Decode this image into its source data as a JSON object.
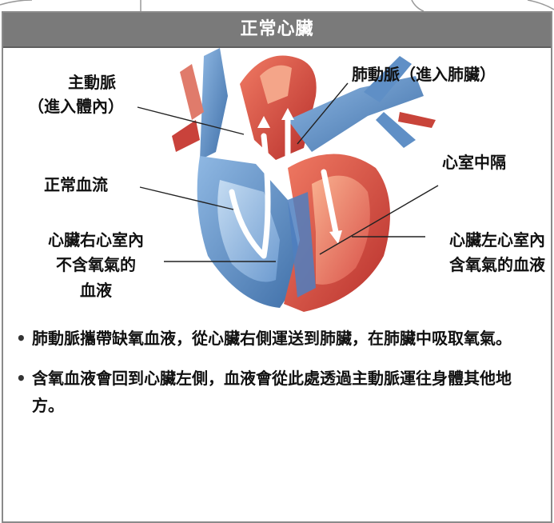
{
  "header": {
    "title": "正常心臟"
  },
  "labels": {
    "aorta_line1": "主動脈",
    "aorta_line2": "（進入體內）",
    "pulmonary_artery": "肺動脈（進入肺臟）",
    "septum": "心室中隔",
    "normal_flow": "正常血流",
    "right_ventricle_line1": "心臟右心室內",
    "right_ventricle_line2": "不含氧氣的",
    "right_ventricle_line3": "血液",
    "left_ventricle_line1": "心臟左心室內",
    "left_ventricle_line2": "含氧氣的血液"
  },
  "bullets": [
    {
      "dot": "•",
      "text": "肺動脈攜帶缺氧血液，從心臟右側運送到肺臟，在肺臟中吸取氧氣。"
    },
    {
      "dot": "•",
      "text": "含氧血液會回到心臟左側，血液會從此處透過主動脈運往身體其他地方。"
    }
  ],
  "colors": {
    "header_bg": "#7a7a7a",
    "deoxygenated_blue": "#5a8fc8",
    "oxygenated_red": "#d9534a",
    "panel_border": "#8a8a8a"
  }
}
